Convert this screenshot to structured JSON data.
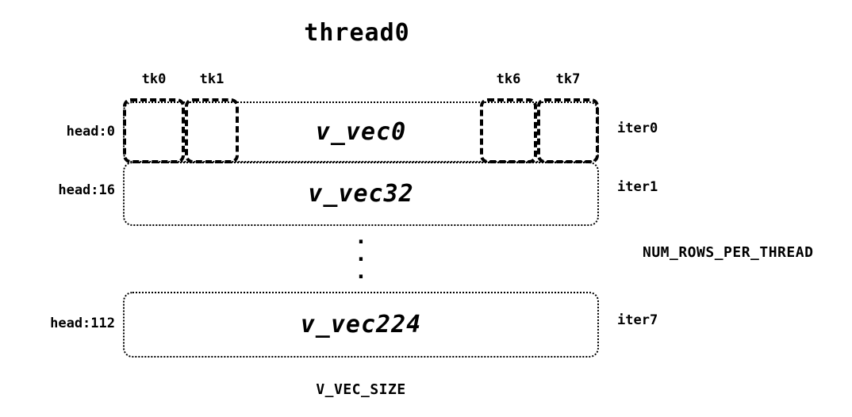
{
  "title": "thread0",
  "tk_labels": [
    "tk0",
    "tk1",
    "tk6",
    "tk7"
  ],
  "rows": [
    {
      "head": "head:0",
      "label": "v_vec0",
      "iter": "iter0"
    },
    {
      "head": "head:16",
      "label": "v_vec32",
      "iter": "iter1"
    },
    {
      "head": "head:112",
      "label": "v_vec224",
      "iter": "iter7"
    }
  ],
  "ellipsis_dot": ".",
  "right_label": "NUM_ROWS_PER_THREAD",
  "bottom_label": "V_VEC_SIZE",
  "colors": {
    "ink": "#000000",
    "background": "#ffffff"
  }
}
